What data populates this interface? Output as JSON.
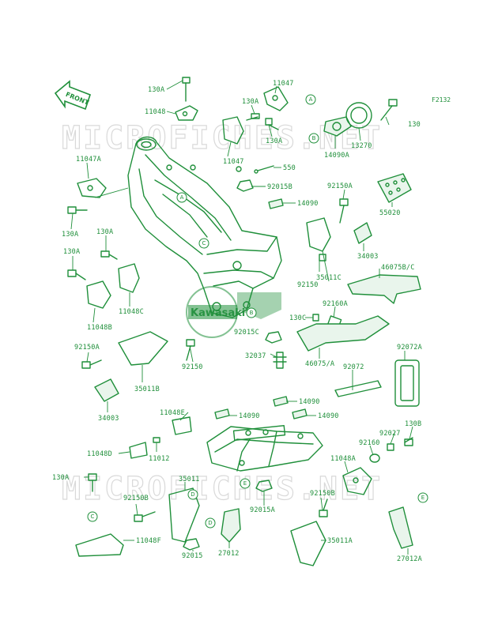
{
  "figure_number": "F2132",
  "front_label": "FRONT",
  "watermark": "MICROFICHES.NET",
  "logo": "Kawasaki",
  "colors": {
    "line": "#1f8f3a",
    "watermark": "#d9d9d9",
    "background": "#ffffff"
  },
  "ref_markers": [
    "A",
    "B",
    "C",
    "D",
    "E"
  ],
  "part_labels": {
    "p130A_top": "130A",
    "p11048": "11048",
    "p130A_b": "130A",
    "p11047_top": "11047",
    "p130A_c": "130A",
    "p11047_b": "11047",
    "p14090A": "14090A",
    "p13270": "13270",
    "p130": "130",
    "p11047A": "11047A",
    "p130A_left": "130A",
    "p550": "550",
    "p92015B": "92015B",
    "p14090_a": "14090",
    "p92150A_a": "92150A",
    "p55020": "55020",
    "p130A_d": "130A",
    "p130A_e": "130A",
    "p34003_a": "34003",
    "p35011C": "35011C",
    "p92150_a": "92150",
    "p46075BC": "46075B/C",
    "p11048C": "11048C",
    "p11048B": "11048B",
    "p92160A": "92160A",
    "p130C": "130C",
    "p92015C": "92015C",
    "p92150A_b": "92150A",
    "p92150_b": "92150",
    "p32037": "32037",
    "p46075A": "46075/A",
    "p92072A": "92072A",
    "p35011B": "35011B",
    "p92072": "92072",
    "p34003_b": "34003",
    "p14090_b": "14090",
    "p11048E": "11048E",
    "p14090_c": "14090",
    "p14090_d": "14090",
    "p130B": "130B",
    "p92027": "92027",
    "p92160": "92160",
    "p11048D": "11048D",
    "p11012": "11012",
    "p11048A": "11048A",
    "p130A_f": "130A",
    "p35011": "35011",
    "p92150B_a": "92150B",
    "p92015A": "92015A",
    "p92150B_b": "92150B",
    "p11048F": "11048F",
    "p35011A": "35011A",
    "p92015": "92015",
    "p27012": "27012",
    "p27012A": "27012A"
  }
}
